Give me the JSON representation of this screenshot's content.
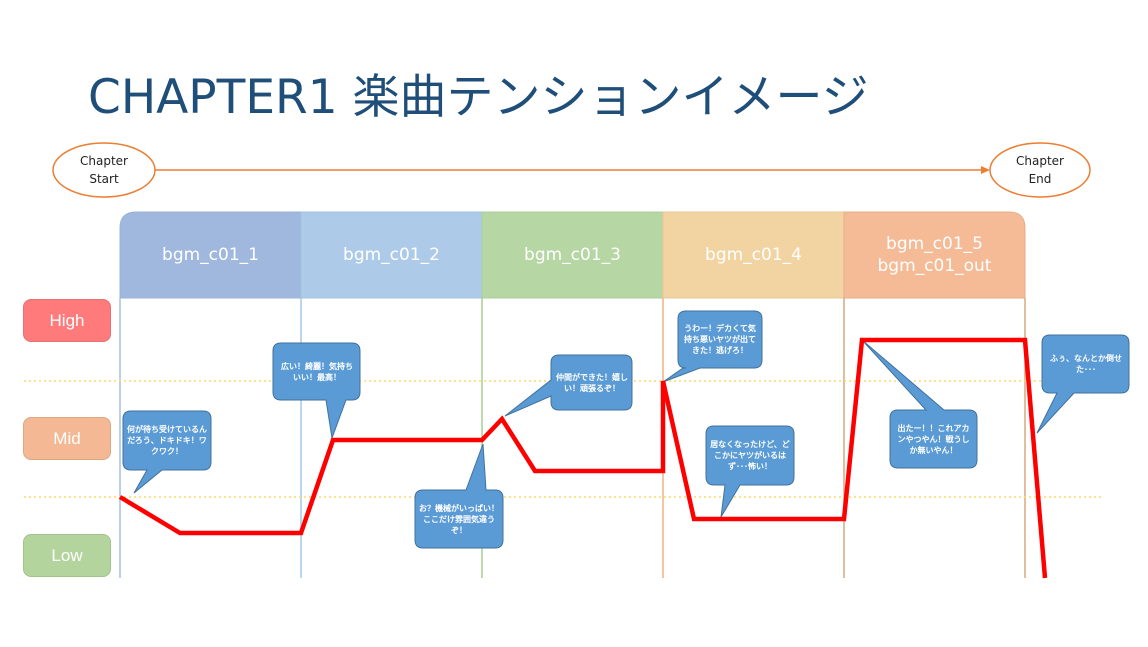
{
  "title": "CHAPTER1 楽曲テンションイメージ",
  "timeline": {
    "start_label": "Chapter\nStart",
    "end_label": "Chapter\nEnd",
    "arrow_color": "#ed7d31"
  },
  "sections": [
    {
      "label": "bgm_c01_1",
      "color": "#a0b7de",
      "line_color": "#a6c0e0"
    },
    {
      "label": "bgm_c01_2",
      "color": "#adcbe8",
      "line_color": "#a6c8e6"
    },
    {
      "label": "bgm_c01_3",
      "color": "#b6d6a4",
      "line_color": "#a9cf96"
    },
    {
      "label": "bgm_c01_4",
      "color": "#f2d3a2",
      "line_color": "#f4b183"
    },
    {
      "label": "bgm_c01_5\nbgm_c01_out",
      "color": "#f4bb96",
      "line_color": "#d9a882"
    }
  ],
  "levels": [
    {
      "label": "High",
      "color": "#ff7b7b"
    },
    {
      "label": "Mid",
      "color": "#f4b994"
    },
    {
      "label": "Low",
      "color": "#b4d49e"
    }
  ],
  "tension_line_color": "#ff0000",
  "bubble_color": "#5b9bd5",
  "bubbles": [
    {
      "text": "何が待ち受けているんだろう、ドキドキ！ワクワク！"
    },
    {
      "text": "広い！綺麗！気持ちいい！最高！"
    },
    {
      "text": "お？機械がいっぱい！ここだけ雰囲気違うぞ！"
    },
    {
      "text": "仲間ができた！嬉しい！頑張るぞ！"
    },
    {
      "text": "うわー！デカくて気持ち悪いヤツが出てきた！逃げろ！"
    },
    {
      "text": "居なくなったけど、どこかにヤツがいるはず･･･怖い！"
    },
    {
      "text": "出たー！！これアカンやつやん！戦うしか無いやん！"
    },
    {
      "text": "ふぅ、なんとか倒せた･･･"
    }
  ]
}
